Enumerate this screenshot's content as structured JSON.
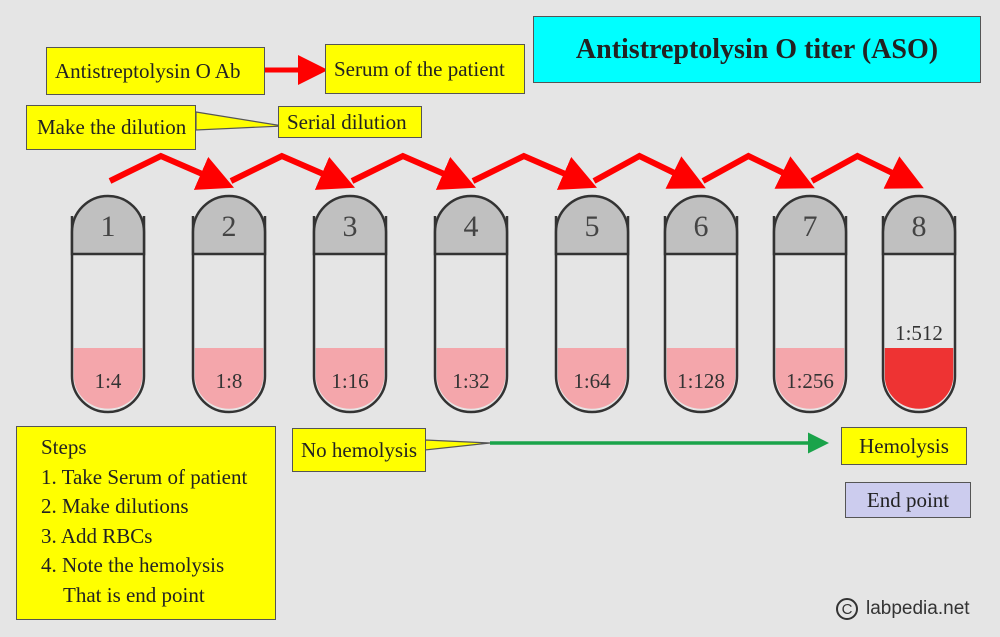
{
  "title": "Antistreptolysin O titer (ASO)",
  "labels": {
    "antibody": "Antistreptolysin O Ab",
    "serum": "Serum of the patient",
    "make_dilution": "Make the dilution",
    "serial_dilution": "Serial dilution",
    "no_hemolysis": "No hemolysis",
    "hemolysis": "Hemolysis",
    "end_point": "End point"
  },
  "tubes": [
    {
      "number": "1",
      "dilution": "1:4",
      "hemolysis": false
    },
    {
      "number": "2",
      "dilution": "1:8",
      "hemolysis": false
    },
    {
      "number": "3",
      "dilution": "1:16",
      "hemolysis": false
    },
    {
      "number": "4",
      "dilution": "1:32",
      "hemolysis": false
    },
    {
      "number": "5",
      "dilution": "1:64",
      "hemolysis": false
    },
    {
      "number": "6",
      "dilution": "1:128",
      "hemolysis": false
    },
    {
      "number": "7",
      "dilution": "1:256",
      "hemolysis": false
    },
    {
      "number": "8",
      "dilution": "1:512",
      "hemolysis": true
    }
  ],
  "steps": {
    "heading": "Steps",
    "items": [
      "1. Take  Serum of patient",
      "2. Make dilutions",
      "3. Add RBCs",
      "4. Note the hemolysis",
      "That is end point"
    ]
  },
  "copyright": "labpedia.net",
  "colors": {
    "background": "#e5e5e5",
    "title_box": "#00ffff",
    "label_box": "#ffff00",
    "end_point_box": "#ccccee",
    "tube_cap": "#c0c0c0",
    "no_hemolysis_fluid": "#f4a6ab",
    "hemolysis_fluid": "#ee3333",
    "red_arrow": "#ff0000",
    "green_arrow": "#1aa34a"
  }
}
